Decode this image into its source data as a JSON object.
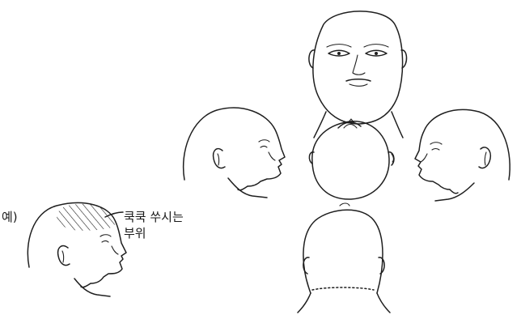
{
  "labels": {
    "example": "예)",
    "pain_area_line1": "쿡쿡 쑤시는",
    "pain_area_line2": "부위"
  },
  "views": [
    "front",
    "right-profile",
    "top",
    "left-profile",
    "back",
    "example-profile"
  ],
  "colors": {
    "ink": "#1f1f1f",
    "background": "#ffffff"
  }
}
